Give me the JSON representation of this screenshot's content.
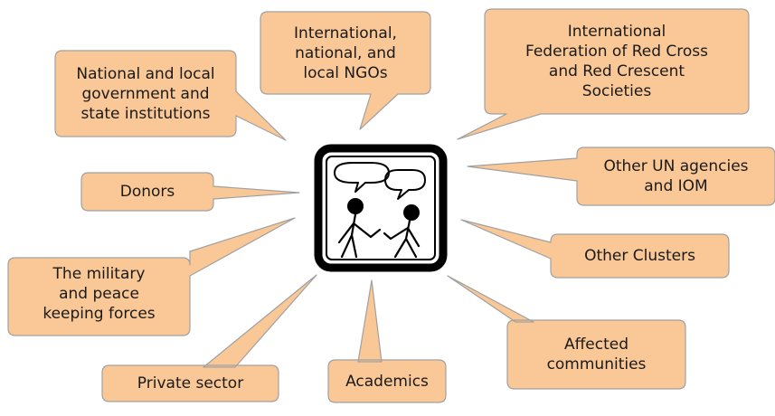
{
  "colors": {
    "bubble_fill": "#fac896",
    "bubble_stroke": "#a0a0a0",
    "icon_stroke": "#000000"
  },
  "center": {
    "icon": "people-talking-icon"
  },
  "bubbles": {
    "intl_ngos": "International,\nnational, and\nlocal NGOs",
    "red_cross": "International\nFederation of Red Cross\nand Red Crescent\nSocieties",
    "national_gov": "National and local\ngovernment and\nstate institutions",
    "un_agencies": "Other UN agencies\nand IOM",
    "donors": "Donors",
    "other_clusters": "Other Clusters",
    "military": "The military\nand peace\nkeeping forces",
    "affected": "Affected\ncommunities",
    "private_sector": "Private sector",
    "academics": "Academics"
  }
}
